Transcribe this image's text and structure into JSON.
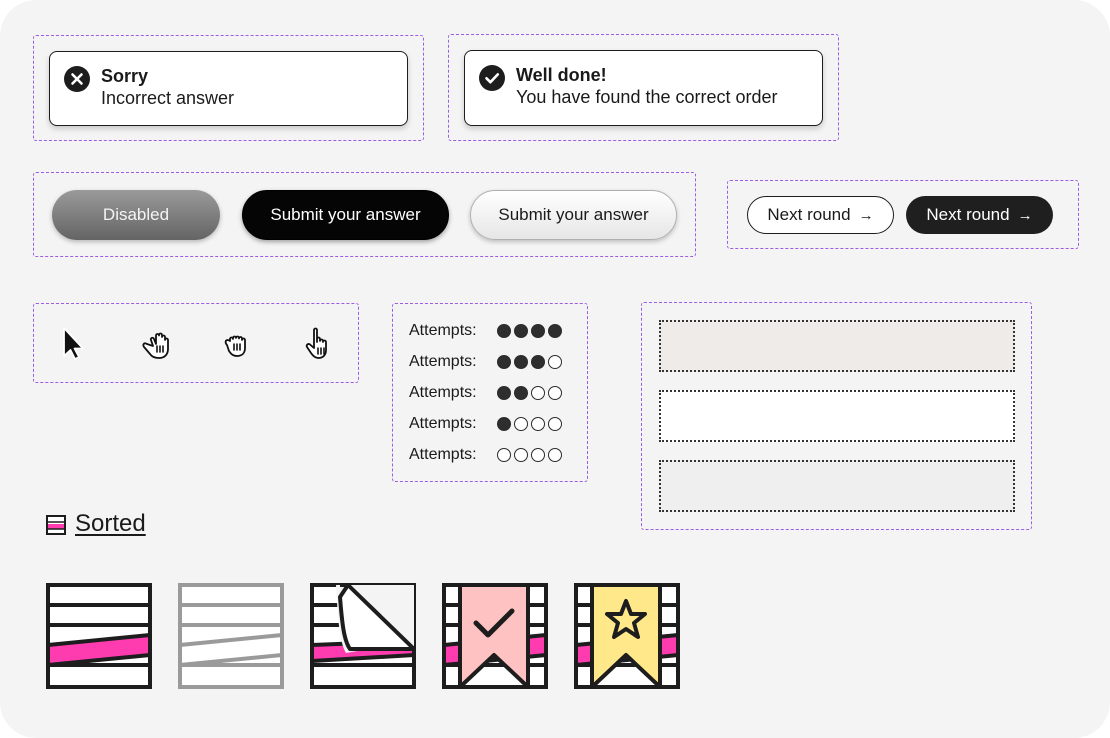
{
  "toasts": {
    "error": {
      "title": "Sorry",
      "message": "Incorrect answer",
      "icon": "close-circle-icon"
    },
    "success": {
      "title": "Well done!",
      "message": "You have found the correct order",
      "icon": "check-circle-icon"
    }
  },
  "buttons": {
    "disabled": "Disabled",
    "primary": "Submit your answer",
    "secondary": "Submit your answer"
  },
  "next_round": {
    "outline": "Next round",
    "filled": "Next round",
    "arrow": "→"
  },
  "cursors": [
    "arrow-cursor-icon",
    "grab-hand-icon",
    "grabbing-hand-icon",
    "pointer-hand-icon"
  ],
  "attempts": {
    "label": "Attempts:",
    "rows": [
      {
        "filled": 4,
        "total": 4
      },
      {
        "filled": 3,
        "total": 4
      },
      {
        "filled": 2,
        "total": 4
      },
      {
        "filled": 1,
        "total": 4
      },
      {
        "filled": 0,
        "total": 4
      }
    ]
  },
  "slots": [
    {
      "state": "hover",
      "fill": "#eeebe8"
    },
    {
      "state": "empty",
      "fill": "#ffffff"
    },
    {
      "state": "idle",
      "fill": "#efefef"
    }
  ],
  "sorted": {
    "label": "Sorted",
    "icons": [
      "sorted-icon",
      "sorted-disabled-icon",
      "sorted-peel-icon",
      "sorted-check-icon",
      "sorted-star-icon"
    ]
  },
  "colors": {
    "accent": "#ff3bb0",
    "dashed_group": "#9b5de5",
    "check_ribbon": "#ffc2c2",
    "star_ribbon": "#ffe88a",
    "dark": "#1d1d1d"
  }
}
